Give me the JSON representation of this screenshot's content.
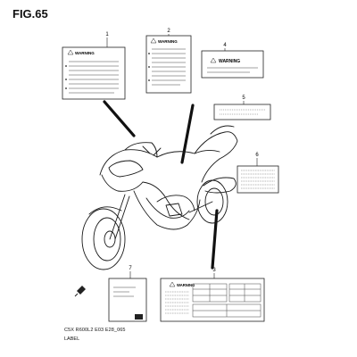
{
  "figure": {
    "title": "FIG.65"
  },
  "footer": {
    "code": "C5X R600L2 E03 E28_065",
    "label": "LABEL"
  },
  "parts": [
    {
      "callout": "1",
      "warning_text": "WARNING"
    },
    {
      "callout": "2",
      "warning_text": "WARNING"
    },
    {
      "callout": "4",
      "warning_text": "WARNING"
    },
    {
      "callout": "5"
    },
    {
      "callout": "6"
    },
    {
      "callout": "7"
    },
    {
      "callout": "3",
      "warning_text": "WARNING"
    }
  ],
  "colors": {
    "line": "#1a1a1a",
    "background": "#ffffff"
  }
}
